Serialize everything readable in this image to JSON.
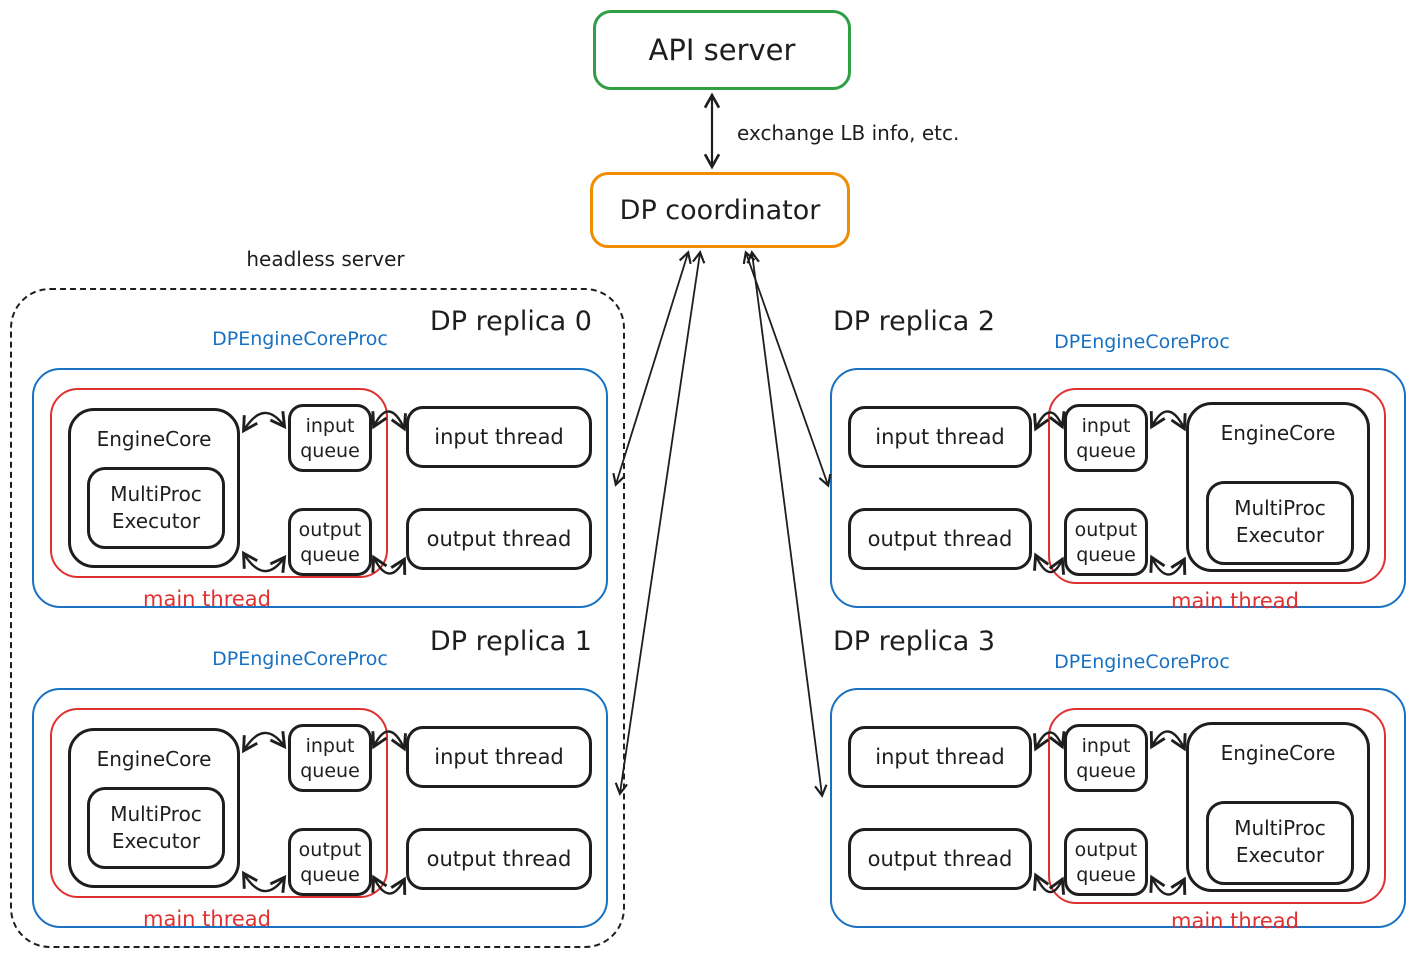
{
  "colors": {
    "stroke": "#1e1e1e",
    "api_server_border": "#2f9e44",
    "coordinator_border": "#f08c00",
    "process_border": "#1971c2",
    "main_thread_border": "#e03131"
  },
  "top": {
    "api_server_label": "API server",
    "coordinator_label": "DP coordinator",
    "exchange_label": "exchange LB info, etc."
  },
  "headless_server_label": "headless server",
  "shared": {
    "proc_label": "DPEngineCoreProc",
    "engine_core_label": "EngineCore",
    "executor_label": "MultiProc\nExecutor",
    "input_queue_label": "input\nqueue",
    "output_queue_label": "output\nqueue",
    "input_thread_label": "input thread",
    "output_thread_label": "output thread",
    "main_thread_label": "main thread"
  },
  "replicas": [
    {
      "title": "DP replica 0"
    },
    {
      "title": "DP replica 1"
    },
    {
      "title": "DP replica 2"
    },
    {
      "title": "DP replica 3"
    }
  ]
}
